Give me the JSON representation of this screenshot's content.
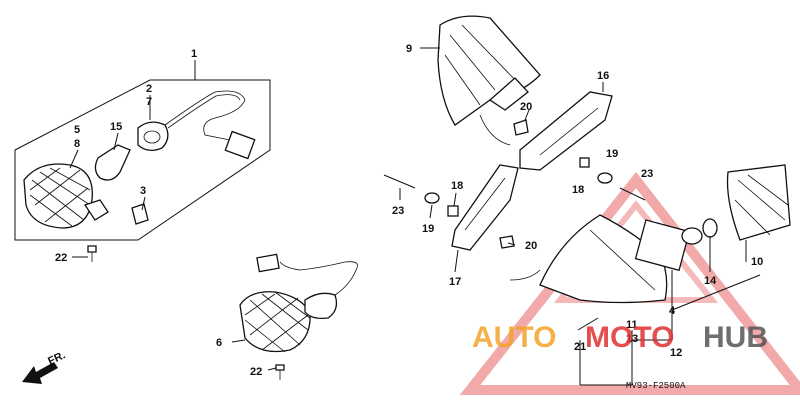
{
  "diagram_code": "MV93-F2500A",
  "front_label": "FR.",
  "watermark": {
    "text_a": "AUTO",
    "text_b": "MOTO",
    "text_c": "HUB",
    "color_orange": "#f5a32a",
    "color_red": "#e03030",
    "color_gray": "#555555"
  },
  "callouts": [
    "1",
    "2",
    "7",
    "5",
    "8",
    "15",
    "3",
    "22",
    "9",
    "16",
    "20",
    "19",
    "23",
    "18",
    "23",
    "19",
    "20",
    "17",
    "18",
    "21",
    "11",
    "13",
    "4",
    "12",
    "14",
    "10",
    "6",
    "22"
  ]
}
